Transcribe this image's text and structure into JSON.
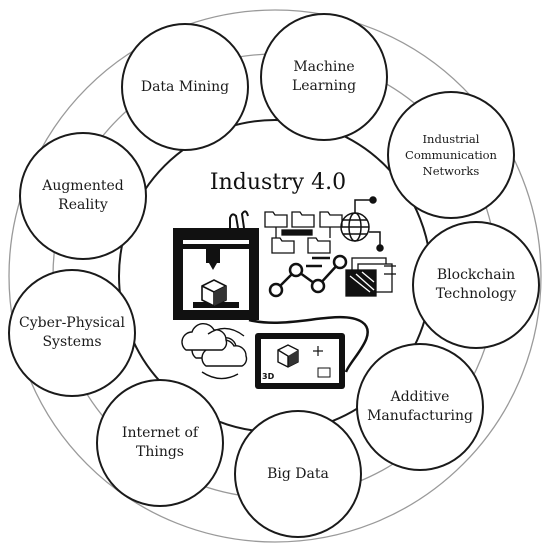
{
  "title": "Industry 4.0",
  "technologies": [
    {
      "id": "machine-learning",
      "label": "Machine\nLearning"
    },
    {
      "id": "industrial-communication-networks",
      "label": "Industrial\nCommunication\nNetworks"
    },
    {
      "id": "blockchain-technology",
      "label": "Blockchain\nTechnology"
    },
    {
      "id": "additive-manufacturing",
      "label": "Additive\nManufacturing"
    },
    {
      "id": "big-data",
      "label": "Big Data"
    },
    {
      "id": "internet-of-things",
      "label": "Internet of\nThings"
    },
    {
      "id": "cyber-physical-systems",
      "label": "Cyber-Physical\nSystems"
    },
    {
      "id": "augmented-reality",
      "label": "Augmented\nReality"
    },
    {
      "id": "data-mining",
      "label": "Data Mining"
    }
  ],
  "screen_label": "3D",
  "colors": {
    "stroke": "#1a1a1a",
    "ring": "#9a9a9a",
    "background": "#ffffff"
  }
}
